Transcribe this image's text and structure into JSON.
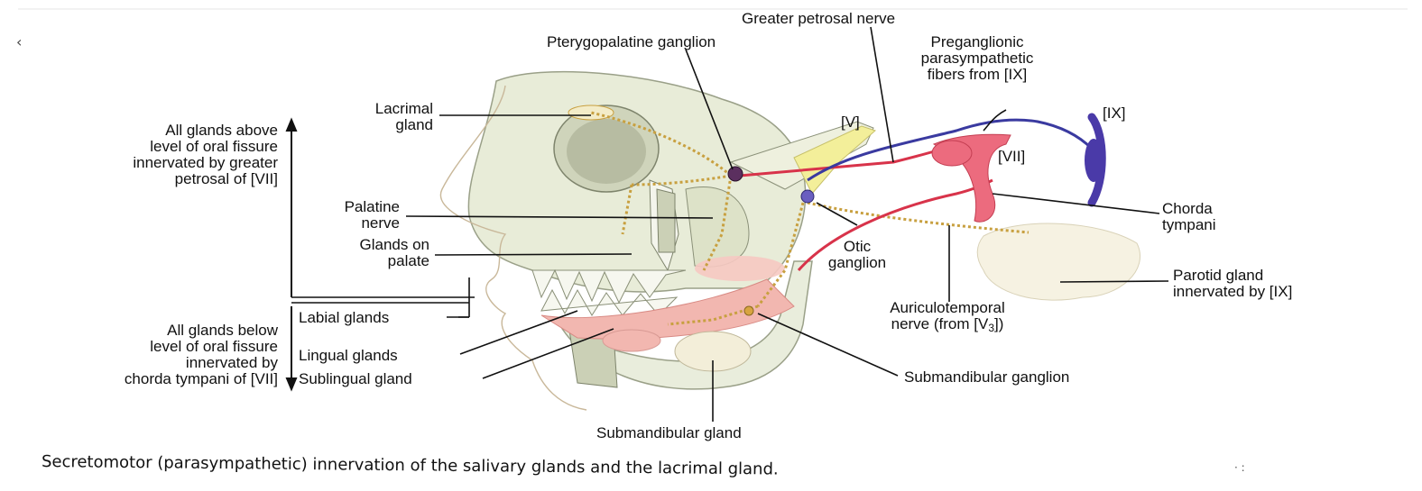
{
  "labels": {
    "greater_petrosal_nerve": "Greater petrosal nerve",
    "pterygopalatine_ganglion": "Pterygopalatine ganglion",
    "preganglionic_1": "Preganglionic",
    "preganglionic_2": "parasympathetic",
    "preganglionic_3": "fibers from [IX]",
    "ix": "[IX]",
    "v": "[V]",
    "vii": "[VII]",
    "lacrimal_1": "Lacrimal",
    "lacrimal_2": "gland",
    "above_1": "All glands above",
    "above_2": "level of oral fissure",
    "above_3": "innervated by greater",
    "above_4": "petrosal of [VII]",
    "palatine_1": "Palatine",
    "palatine_2": "nerve",
    "glands_palate_1": "Glands on",
    "glands_palate_2": "palate",
    "chorda_1": "Chorda",
    "chorda_2": "tympani",
    "otic_1": "Otic",
    "otic_2": "ganglion",
    "parotid_1": "Parotid gland",
    "parotid_2": "innervated by [IX]",
    "auriculo_1": "Auriculotemporal",
    "auriculo_2": "nerve (from [V",
    "auriculo_sub": "3",
    "auriculo_end": "])",
    "labial": "Labial glands",
    "below_1": "All glands below",
    "below_2": "level of oral fissure",
    "below_3": "innervated by",
    "below_4": "chorda tympani of [VII]",
    "lingual": "Lingual glands",
    "sublingual": "Sublingual gland",
    "submandibular_ganglion": "Submandibular ganglion",
    "submandibular_gland": "Submandibular gland"
  },
  "caption": "Secretomotor (parasympathetic) innervation of the salivary glands and the lacrimal gland.",
  "colors": {
    "nerve_red": "#d8334a",
    "nerve_blue": "#3a3aa0",
    "nerve_dotted": "#c8a040",
    "bone": "#e8ecd8",
    "gland_pink": "#f2b7b0",
    "nerve_yellow": "#f3ef9a"
  }
}
